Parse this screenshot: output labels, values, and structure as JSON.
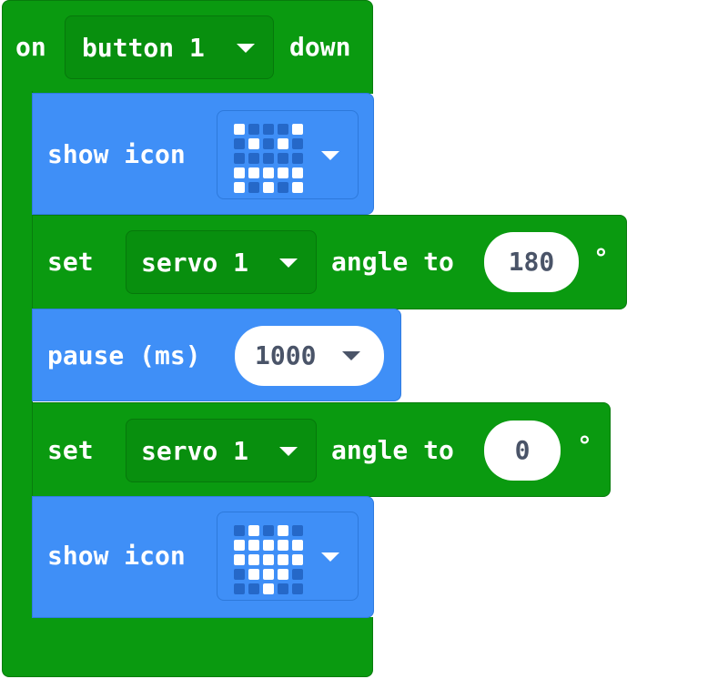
{
  "event_block": {
    "prefix": "on",
    "dropdown": "button 1",
    "suffix": "down"
  },
  "blocks": [
    {
      "kind": "show_icon",
      "label": "show icon",
      "icon_name": "angry-face-led-icon",
      "pattern": [
        [
          1,
          0,
          0,
          0,
          1
        ],
        [
          0,
          1,
          0,
          1,
          0
        ],
        [
          0,
          0,
          0,
          0,
          0
        ],
        [
          1,
          1,
          1,
          1,
          1
        ],
        [
          1,
          0,
          1,
          0,
          1
        ]
      ]
    },
    {
      "kind": "servo",
      "label": "set",
      "servo": "servo 1",
      "angle_label": "angle to",
      "angle": "180",
      "unit": "°"
    },
    {
      "kind": "pause",
      "label": "pause (ms)",
      "value": "1000"
    },
    {
      "kind": "servo",
      "label": "set",
      "servo": "servo 1",
      "angle_label": "angle to",
      "angle": "0",
      "unit": "°"
    },
    {
      "kind": "show_icon",
      "label": "show icon",
      "icon_name": "heart-led-icon",
      "pattern": [
        [
          0,
          1,
          0,
          1,
          0
        ],
        [
          1,
          1,
          1,
          1,
          1
        ],
        [
          1,
          1,
          1,
          1,
          1
        ],
        [
          0,
          1,
          1,
          1,
          0
        ],
        [
          0,
          0,
          1,
          0,
          0
        ]
      ]
    }
  ],
  "colors": {
    "event_green": "#0a9a10",
    "basic_blue": "#3f8ff7",
    "text": "#ffffff",
    "field_text": "#4a5468"
  }
}
